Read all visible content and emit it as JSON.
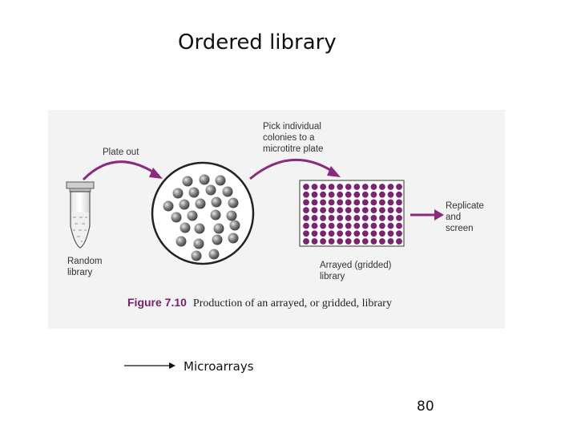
{
  "slide": {
    "title": "Ordered library",
    "page_number": "80"
  },
  "figure": {
    "step_plate_out": "Plate out",
    "step_pick": "Pick individual\ncolonies to a\nmicrotitre plate",
    "label_random_library": "Random\nlibrary",
    "label_arrayed_library": "Arrayed (gridded)\nlibrary",
    "label_replicate": "Replicate\nand\nscreen",
    "caption_number": "Figure 7.10",
    "caption_text": "Production of an arrayed, or gridded, library",
    "plate_grid": {
      "rows": 8,
      "cols": 12
    },
    "colors": {
      "arrow": "#8a2a7e",
      "well": "#7a2474",
      "colony": "#8c8c8c",
      "caption_number": "#7a1e6e"
    }
  },
  "footer": {
    "arrow_label": "Microarrays"
  }
}
